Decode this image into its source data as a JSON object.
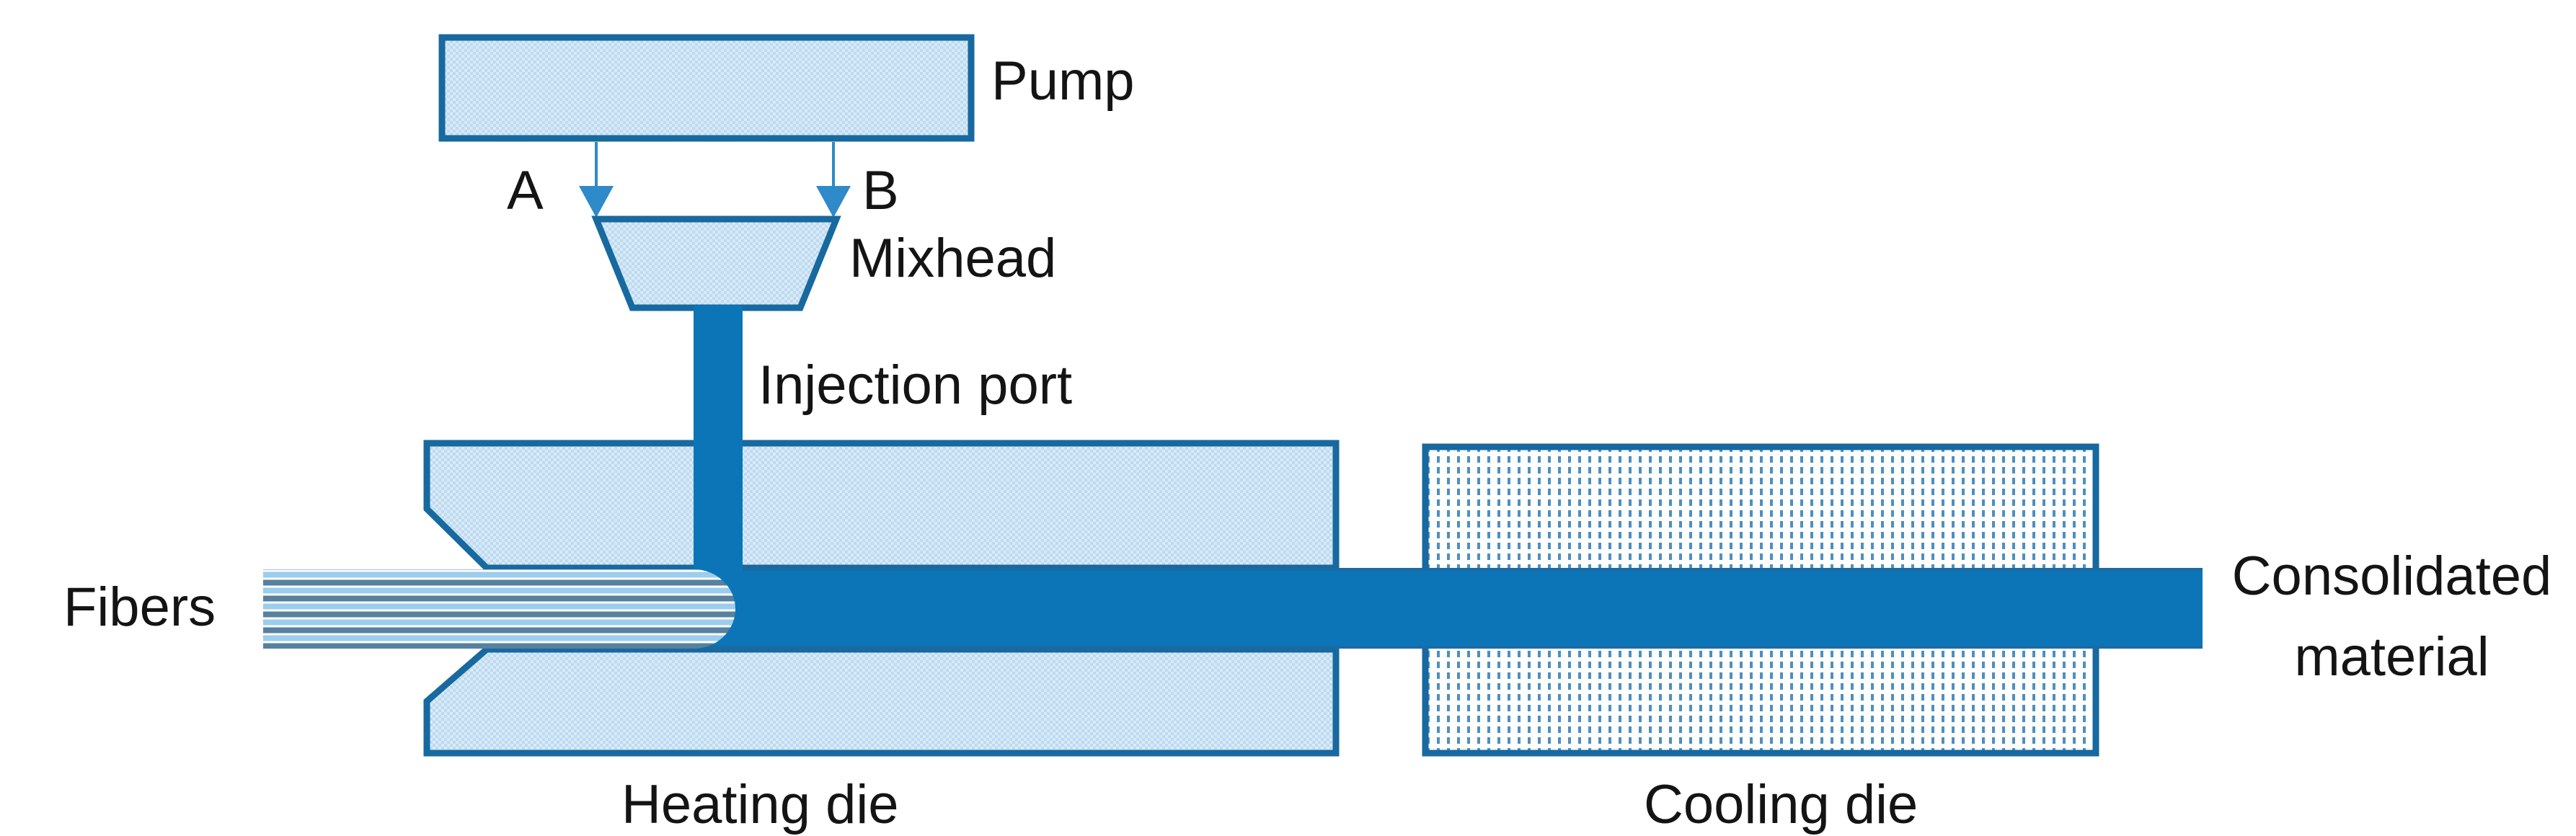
{
  "diagram": {
    "title_implicit": "Injection pultrusion process schematic",
    "labels": {
      "pump": "Pump",
      "stream_a": "A",
      "stream_b": "B",
      "mixhead": "Mixhead",
      "injection_port": "Injection port",
      "fibers": "Fibers",
      "heating_die": "Heating die",
      "cooling_die": "Cooling die",
      "consolidated_material": "Consolidated material"
    },
    "colors": {
      "stream_blue": "#0c75b7",
      "border_blue": "#17699f",
      "arrow_blue": "#2e8ac9",
      "checker_light": "#d8eaf8",
      "checker_dark": "#bddaef",
      "cooling_dash_blue": "#4e8fc0",
      "fiber_pale_stripe": "#9ccdec",
      "fiber_dark_stripe": "#56819f",
      "text": "#141414",
      "background": "#ffffff"
    }
  }
}
